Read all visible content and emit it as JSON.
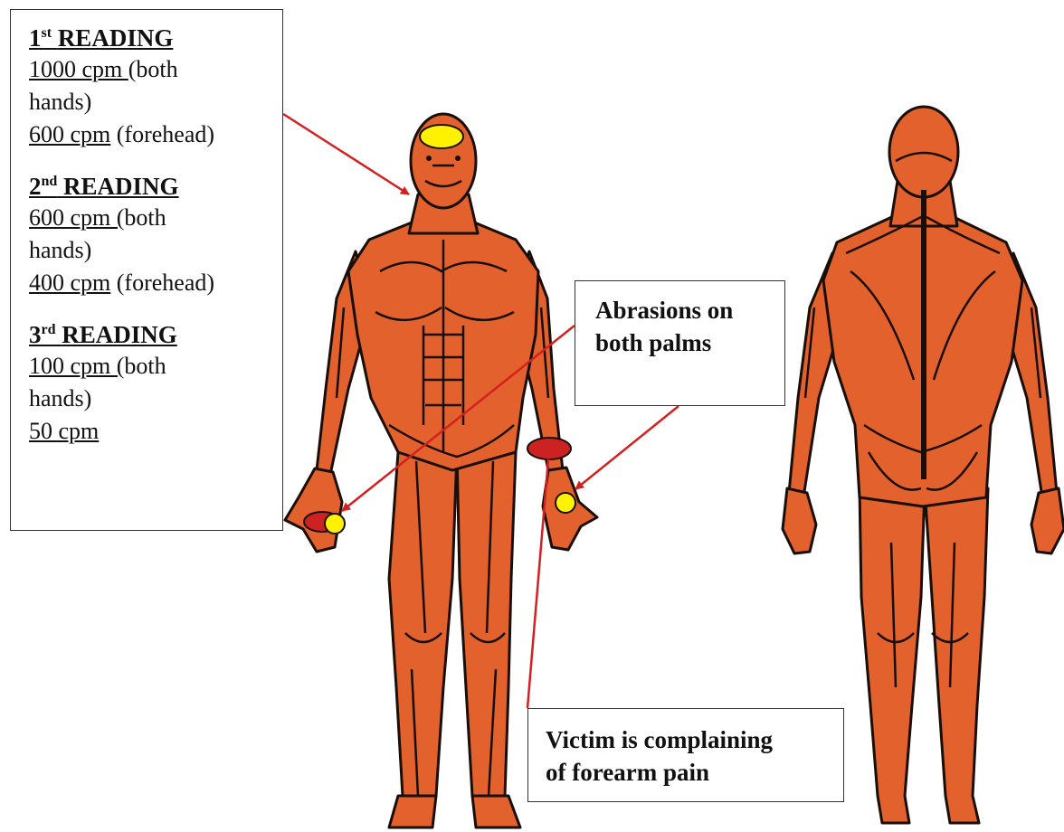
{
  "readings": [
    {
      "ordinal": "1",
      "suffix": "st",
      "label": "READING",
      "lines": [
        {
          "value": "1000 cpm ",
          "note": "(both"
        },
        {
          "value": "",
          "note": "hands)"
        },
        {
          "value": "600 cpm",
          "note": " (forehead)"
        }
      ]
    },
    {
      "ordinal": "2",
      "suffix": "nd",
      "label": "READING",
      "lines": [
        {
          "value": "600 cpm (",
          "note": "both"
        },
        {
          "value": "",
          "note": "hands)"
        },
        {
          "value": "400 cpm",
          "note": " (forehead)"
        }
      ]
    },
    {
      "ordinal": "3",
      "suffix": "rd",
      "label": "READING",
      "lines": [
        {
          "value": "100 cpm (",
          "note": "both"
        },
        {
          "value": "",
          "note": "hands)"
        },
        {
          "value": "50 cpm",
          "note": ""
        }
      ]
    }
  ],
  "callouts": {
    "abrasions": {
      "line1": "Abrasions on",
      "line2": "both palms"
    },
    "forearm": {
      "line1": "Victim is complaining",
      "line2": "of forearm pain"
    }
  },
  "colors": {
    "body": "#e2612c",
    "outline": "#1a0e08",
    "contamination": "#fff200",
    "injury": "#cc2222",
    "arrow": "#d42020"
  }
}
